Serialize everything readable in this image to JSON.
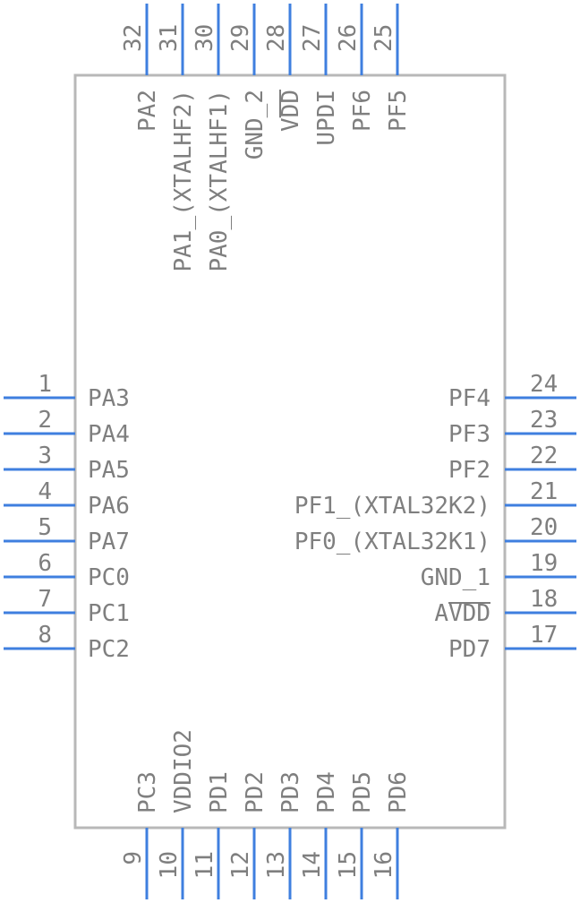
{
  "component": {
    "body_outline": "rectangle",
    "pin_color": "#3f7fdf",
    "body_color": "#b8b8b8",
    "text_color": "#7f7f7f"
  },
  "pins": {
    "left": [
      {
        "num": "1",
        "name": "PA3"
      },
      {
        "num": "2",
        "name": "PA4"
      },
      {
        "num": "3",
        "name": "PA5"
      },
      {
        "num": "4",
        "name": "PA6"
      },
      {
        "num": "5",
        "name": "PA7"
      },
      {
        "num": "6",
        "name": "PC0"
      },
      {
        "num": "7",
        "name": "PC1"
      },
      {
        "num": "8",
        "name": "PC2"
      }
    ],
    "bottom": [
      {
        "num": "9",
        "name": "PC3"
      },
      {
        "num": "10",
        "name": "VDDIO2"
      },
      {
        "num": "11",
        "name": "PD1"
      },
      {
        "num": "12",
        "name": "PD2"
      },
      {
        "num": "13",
        "name": "PD3"
      },
      {
        "num": "14",
        "name": "PD4"
      },
      {
        "num": "15",
        "name": "PD5"
      },
      {
        "num": "16",
        "name": "PD6"
      }
    ],
    "right": [
      {
        "num": "17",
        "name": "PD7"
      },
      {
        "num": "18",
        "name": "AVDD",
        "overbar": true
      },
      {
        "num": "19",
        "name": "GND_1"
      },
      {
        "num": "20",
        "name": "PF0_(XTAL32K1)"
      },
      {
        "num": "21",
        "name": "PF1_(XTAL32K2)"
      },
      {
        "num": "22",
        "name": "PF2"
      },
      {
        "num": "23",
        "name": "PF3"
      },
      {
        "num": "24",
        "name": "PF4"
      }
    ],
    "top": [
      {
        "num": "25",
        "name": "PF5"
      },
      {
        "num": "26",
        "name": "PF6"
      },
      {
        "num": "27",
        "name": "UPDI"
      },
      {
        "num": "28",
        "name": "VDD",
        "overbar": true
      },
      {
        "num": "29",
        "name": "GND_2"
      },
      {
        "num": "30",
        "name": "PA0_(XTALHF1)"
      },
      {
        "num": "31",
        "name": "PA1_(XTALHF2)"
      },
      {
        "num": "32",
        "name": "PA2"
      }
    ]
  }
}
